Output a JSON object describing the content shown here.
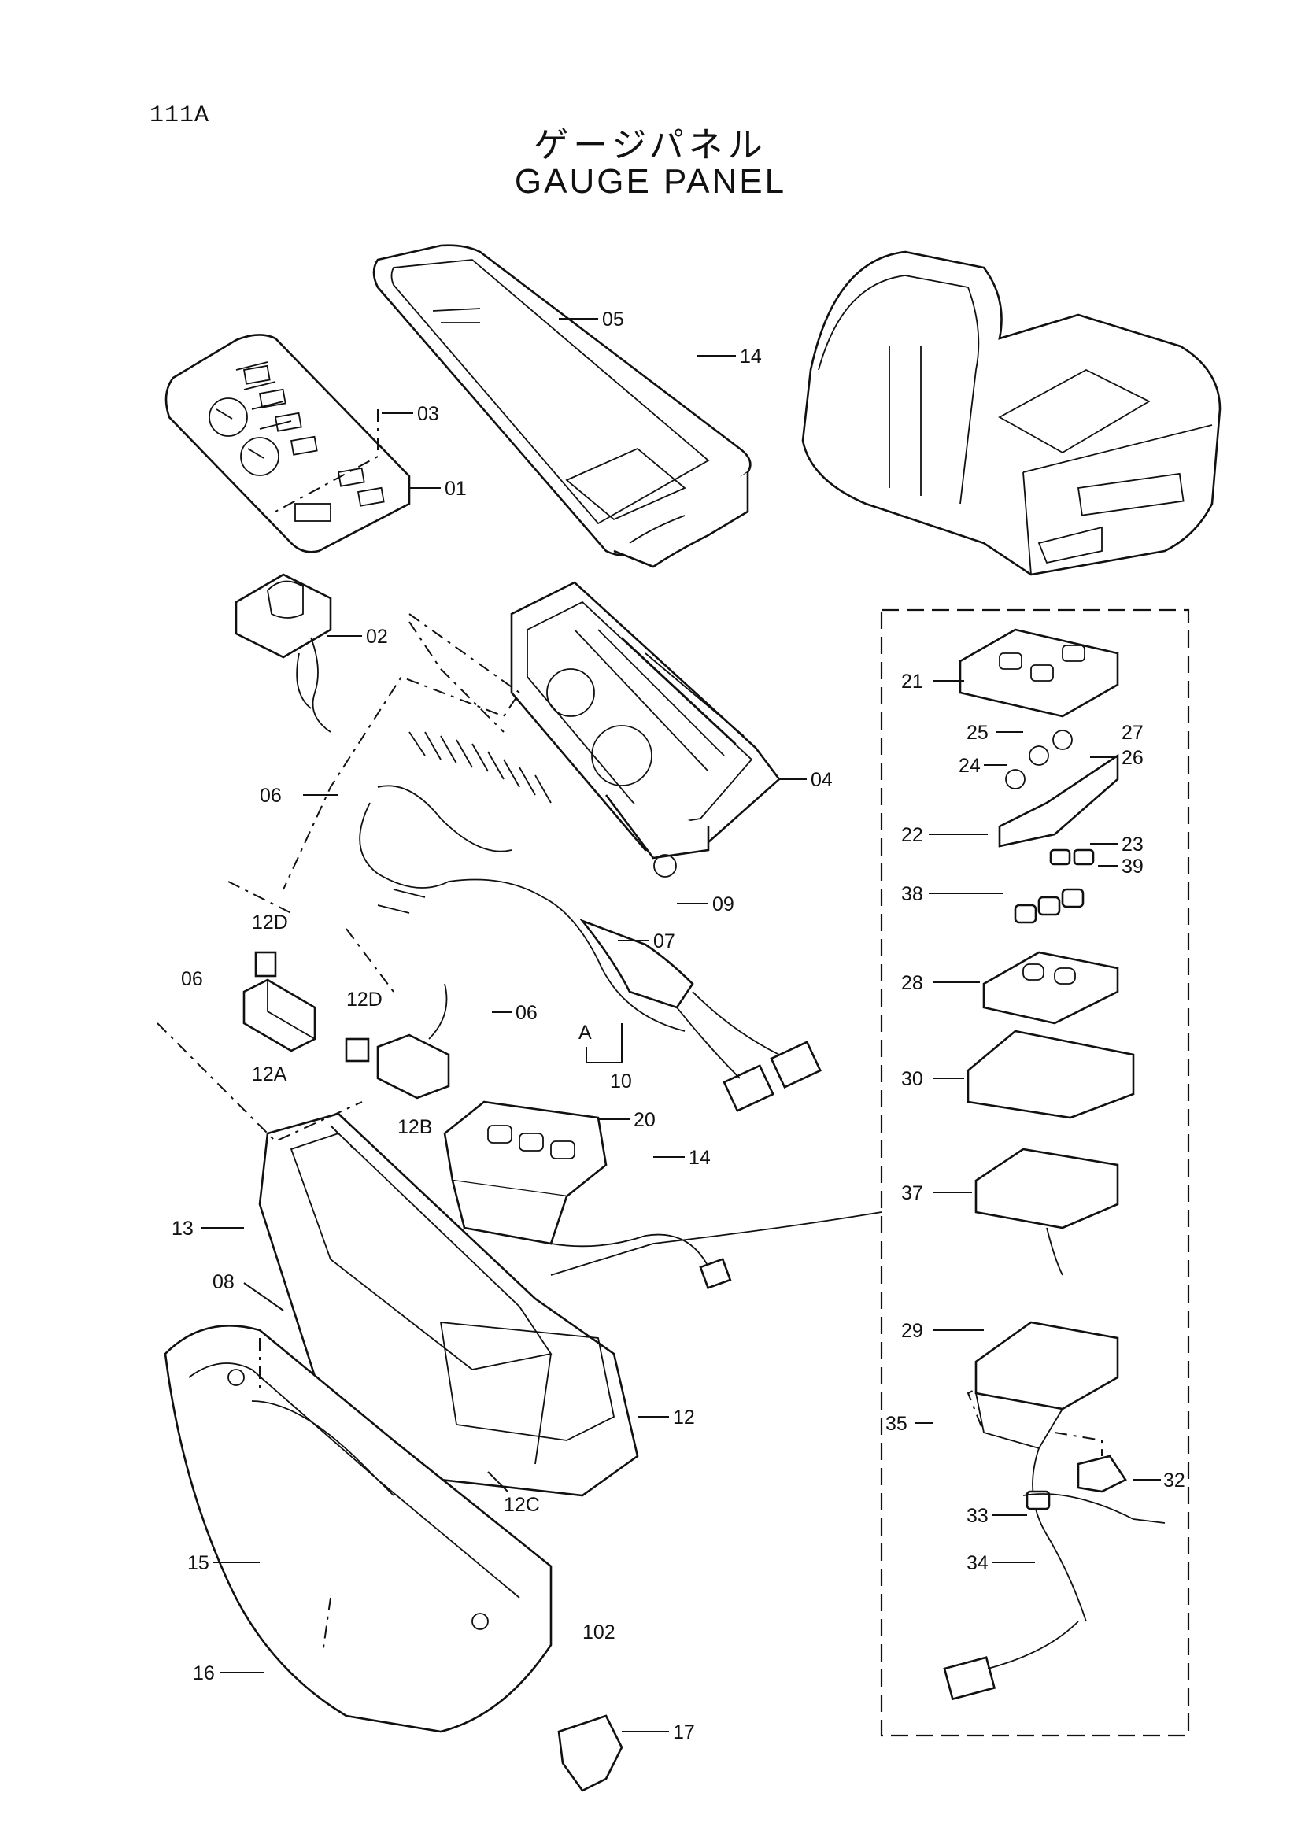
{
  "page": {
    "id": "111A",
    "title_jp": "ゲージパネル",
    "title_en": "GAUGE PANEL"
  },
  "callouts": [
    {
      "id": "c05",
      "text": "05"
    },
    {
      "id": "c14a",
      "text": "14"
    },
    {
      "id": "c03",
      "text": "03"
    },
    {
      "id": "c01",
      "text": "01"
    },
    {
      "id": "c02",
      "text": "02"
    },
    {
      "id": "c04",
      "text": "04"
    },
    {
      "id": "c06a",
      "text": "06"
    },
    {
      "id": "c12Da",
      "text": "12D"
    },
    {
      "id": "c06b",
      "text": "06"
    },
    {
      "id": "c12A",
      "text": "12A"
    },
    {
      "id": "c09",
      "text": "09"
    },
    {
      "id": "c07",
      "text": "07"
    },
    {
      "id": "c12Db",
      "text": "12D"
    },
    {
      "id": "c06c",
      "text": "06"
    },
    {
      "id": "cA",
      "text": "A"
    },
    {
      "id": "c10",
      "text": "10"
    },
    {
      "id": "c12B",
      "text": "12B"
    },
    {
      "id": "c20",
      "text": "20"
    },
    {
      "id": "c14b",
      "text": "14"
    },
    {
      "id": "c13",
      "text": "13"
    },
    {
      "id": "c08",
      "text": "08"
    },
    {
      "id": "c12",
      "text": "12"
    },
    {
      "id": "c12C",
      "text": "12C"
    },
    {
      "id": "c15",
      "text": "15"
    },
    {
      "id": "c102",
      "text": "102"
    },
    {
      "id": "c16",
      "text": "16"
    },
    {
      "id": "c17",
      "text": "17"
    },
    {
      "id": "c21",
      "text": "21"
    },
    {
      "id": "c25",
      "text": "25"
    },
    {
      "id": "c27",
      "text": "27"
    },
    {
      "id": "c24",
      "text": "24"
    },
    {
      "id": "c26",
      "text": "26"
    },
    {
      "id": "c22",
      "text": "22"
    },
    {
      "id": "c23",
      "text": "23"
    },
    {
      "id": "c39",
      "text": "39"
    },
    {
      "id": "c38",
      "text": "38"
    },
    {
      "id": "c28",
      "text": "28"
    },
    {
      "id": "c30",
      "text": "30"
    },
    {
      "id": "c37",
      "text": "37"
    },
    {
      "id": "c29",
      "text": "29"
    },
    {
      "id": "c35",
      "text": "35"
    },
    {
      "id": "c32",
      "text": "32"
    },
    {
      "id": "c33",
      "text": "33"
    },
    {
      "id": "c34",
      "text": "34"
    }
  ]
}
